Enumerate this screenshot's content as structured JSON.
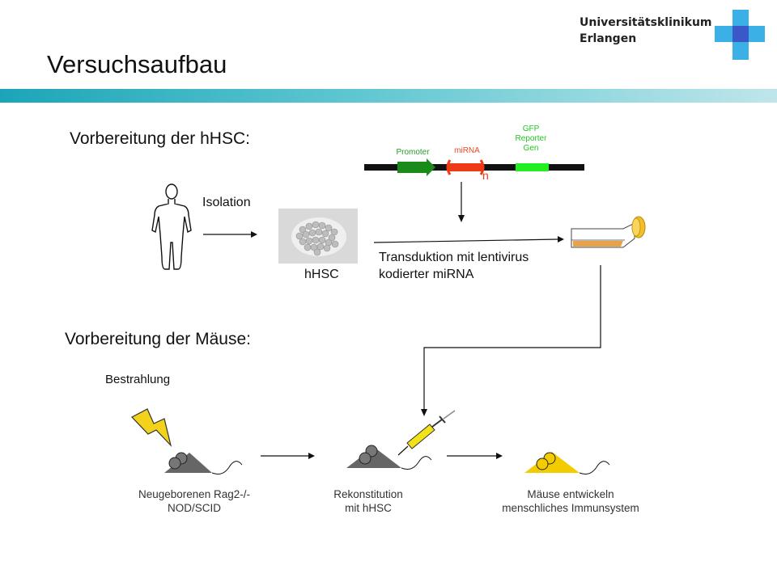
{
  "header": {
    "institution_line1": "Universitätsklinikum",
    "institution_line2": "Erlangen",
    "title": "Versuchsaufbau"
  },
  "hhsc_section": {
    "heading": "Vorbereitung der hHSC:",
    "isolation_label": "Isolation",
    "cells_label": "hHSC",
    "transduction_line1": "Transduktion mit lentivirus",
    "transduction_line2": "kodierter miRNA"
  },
  "construct": {
    "promoter_label": "Promoter",
    "mirna_label": "miRNA",
    "gfp_line1": "GFP",
    "gfp_line2": "Reporter",
    "gfp_line3": "Gen",
    "hairpin_symbol": "n",
    "colors": {
      "promoter": "#1a8a1a",
      "mirna": "#ee3a17",
      "gfp": "#22ee22",
      "backbone": "#111111"
    }
  },
  "mice_section": {
    "heading": "Vorbereitung der Mäuse:",
    "irradiation_label": "Bestrahlung",
    "mouse1_line1": "Neugeborenen Rag2-/-",
    "mouse1_line2": "NOD/SCID",
    "mouse2_line1": "Rekonstitution",
    "mouse2_line2": "mit hHSC",
    "mouse3_line1": "Mäuse entwickeln",
    "mouse3_line2": "menschliches Immunsystem",
    "colors": {
      "mouse_gray": "#666666",
      "mouse_humanized": "#f2cc00",
      "lightning": "#f2d21a"
    }
  }
}
